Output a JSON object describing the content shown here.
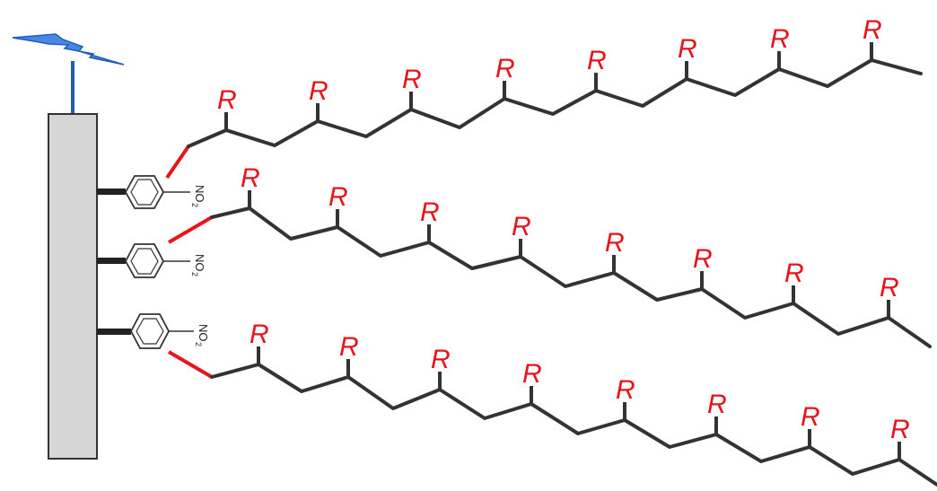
{
  "labels": {
    "substituent": "R",
    "nitro_main": "NO",
    "nitro_sub": "2"
  },
  "colors": {
    "surface_fill": "#d6d6d6",
    "surface_stroke": "#333333",
    "chain": "#333333",
    "link": "#e8141b",
    "r_label": "#e8141b",
    "bolt_fill": "#4a86e8",
    "stem": "#1f5fb0"
  },
  "icons": {
    "bolt": "lightning-bolt-icon",
    "ring": "benzene-ring-icon"
  }
}
